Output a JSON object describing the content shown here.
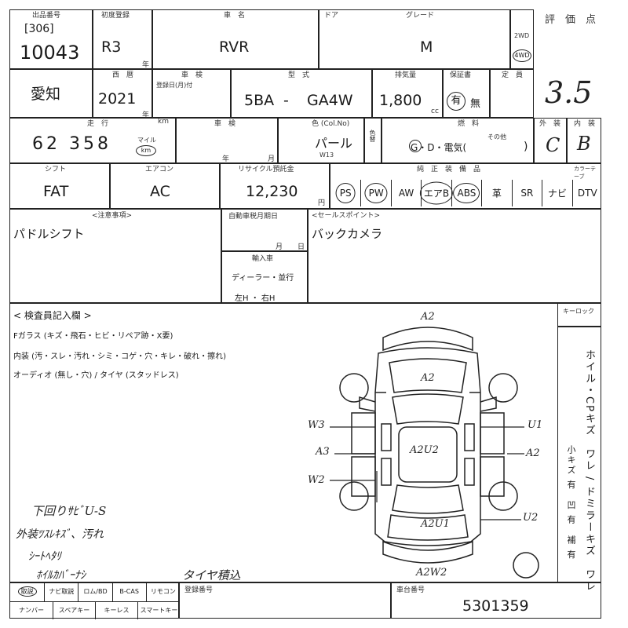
{
  "header": {
    "lot_label": "出品番号",
    "lot_prefix": "[306]",
    "lot_number": "10043",
    "first_reg_label": "初度登録",
    "first_reg": "R3",
    "first_reg_unit": "年",
    "model_label": "車　名",
    "model": "RVR",
    "door_label": "ドア",
    "grade_label": "グレード",
    "grade": "M",
    "drive_2wd": "2WD",
    "drive_4wd": "4WD",
    "score_label": "評　価　点",
    "score": "3.5"
  },
  "row2": {
    "region": "愛知",
    "year_label": "西　暦",
    "year": "2021",
    "year_unit": "年",
    "inspection_label": "車　検",
    "inspection_sub": "登録日(月)付",
    "type_label": "型　式",
    "type_prefix": "5BA",
    "type_dash": "-",
    "type_code": "GA4W",
    "displacement_label": "排気量",
    "displacement": "1,800",
    "displacement_unit": "cc",
    "warranty_label": "保証書",
    "warranty_yes": "有",
    "warranty_no": "無",
    "capacity_label": "定　員"
  },
  "row3": {
    "mileage_label": "走　行",
    "mileage_km": "km",
    "mileage": "62 358",
    "mileage_mile": "マイル",
    "mileage_circle": "km",
    "detail_label": "車　検",
    "detail_month": "月",
    "detail_year": "年",
    "color_label": "色 (Col.No)",
    "color": "パール",
    "color_code": "W13",
    "color_change_label": "色替",
    "fuel_label": "燃　料",
    "fuel_options": "G・D・電気(",
    "fuel_other": "その他",
    "fuel_close": ")",
    "exterior_label": "外　装",
    "exterior": "C",
    "interior_label": "内　装",
    "interior": "B"
  },
  "row4": {
    "shift_label": "シフト",
    "shift": "FAT",
    "ac_label": "エアコン",
    "ac": "AC",
    "recycle_label": "リサイクル預託金",
    "recycle": "12,230",
    "recycle_unit": "円",
    "equip_label": "純　正　装　備　品",
    "equip": [
      "PS",
      "PW",
      "AW",
      "エアB",
      "ABS",
      "革",
      "SR",
      "ナビ",
      "TV"
    ],
    "equip_circled": [
      "PS",
      "PW",
      "エアB",
      "ABS"
    ],
    "equip_last_label": "カラーテーブ",
    "equip_dtv": "DTV"
  },
  "notes": {
    "options_label": "<注意事項>",
    "options": "パドルシフト",
    "expiry_label": "自動車税月期日",
    "expiry_month": "月",
    "expiry_day": "日",
    "import_label": "輸入車",
    "import_dealer": "ディーラー・並行",
    "import_drive": "左H ・ 右H",
    "sales_label": "<セールスポイント>",
    "sales": "バックカメラ"
  },
  "inspector": {
    "title": "< 検査員記入欄 >",
    "glass": "Fガラス (キズ・飛石・ヒビ・リペア跡・X要)",
    "interior": "内装 (汚・スレ・汚れ・シミ・コゲ・穴・キレ・破れ・擦れ)",
    "audio": "オーディオ (無し・穴) / タイヤ (スタッドレス)",
    "hand_notes": [
      "下回りｻﾋﾞU-S",
      "外装ﾂｽﾚｷｽﾞ、汚れ",
      "ｼｰﾄﾍﾀﾘ",
      "ﾎｲﾙｶﾊﾞｰﾅｼ",
      "タイヤ積込"
    ],
    "keylock_label": "キーロック",
    "side_text": "ホイル・CPキズ　ワレ / ドミラーキズ　ワレ",
    "side_small": "小キズ 有　凹 有　補 有"
  },
  "diagram_marks": [
    "A2",
    "A2",
    "W3",
    "A3",
    "W2",
    "A2U2",
    "U1",
    "A2",
    "U2",
    "A2U1",
    "A2W2"
  ],
  "footer": {
    "options": [
      "取説",
      "ナビ取説",
      "ロム/BD",
      "B-CAS",
      "リモコン",
      "ナンバー",
      "スペアキー",
      "キーレス",
      "スマートキー"
    ],
    "options_circled": [
      "取説"
    ],
    "reg_label": "登録番号",
    "chassis_label": "車台番号",
    "chassis": "5301359"
  }
}
